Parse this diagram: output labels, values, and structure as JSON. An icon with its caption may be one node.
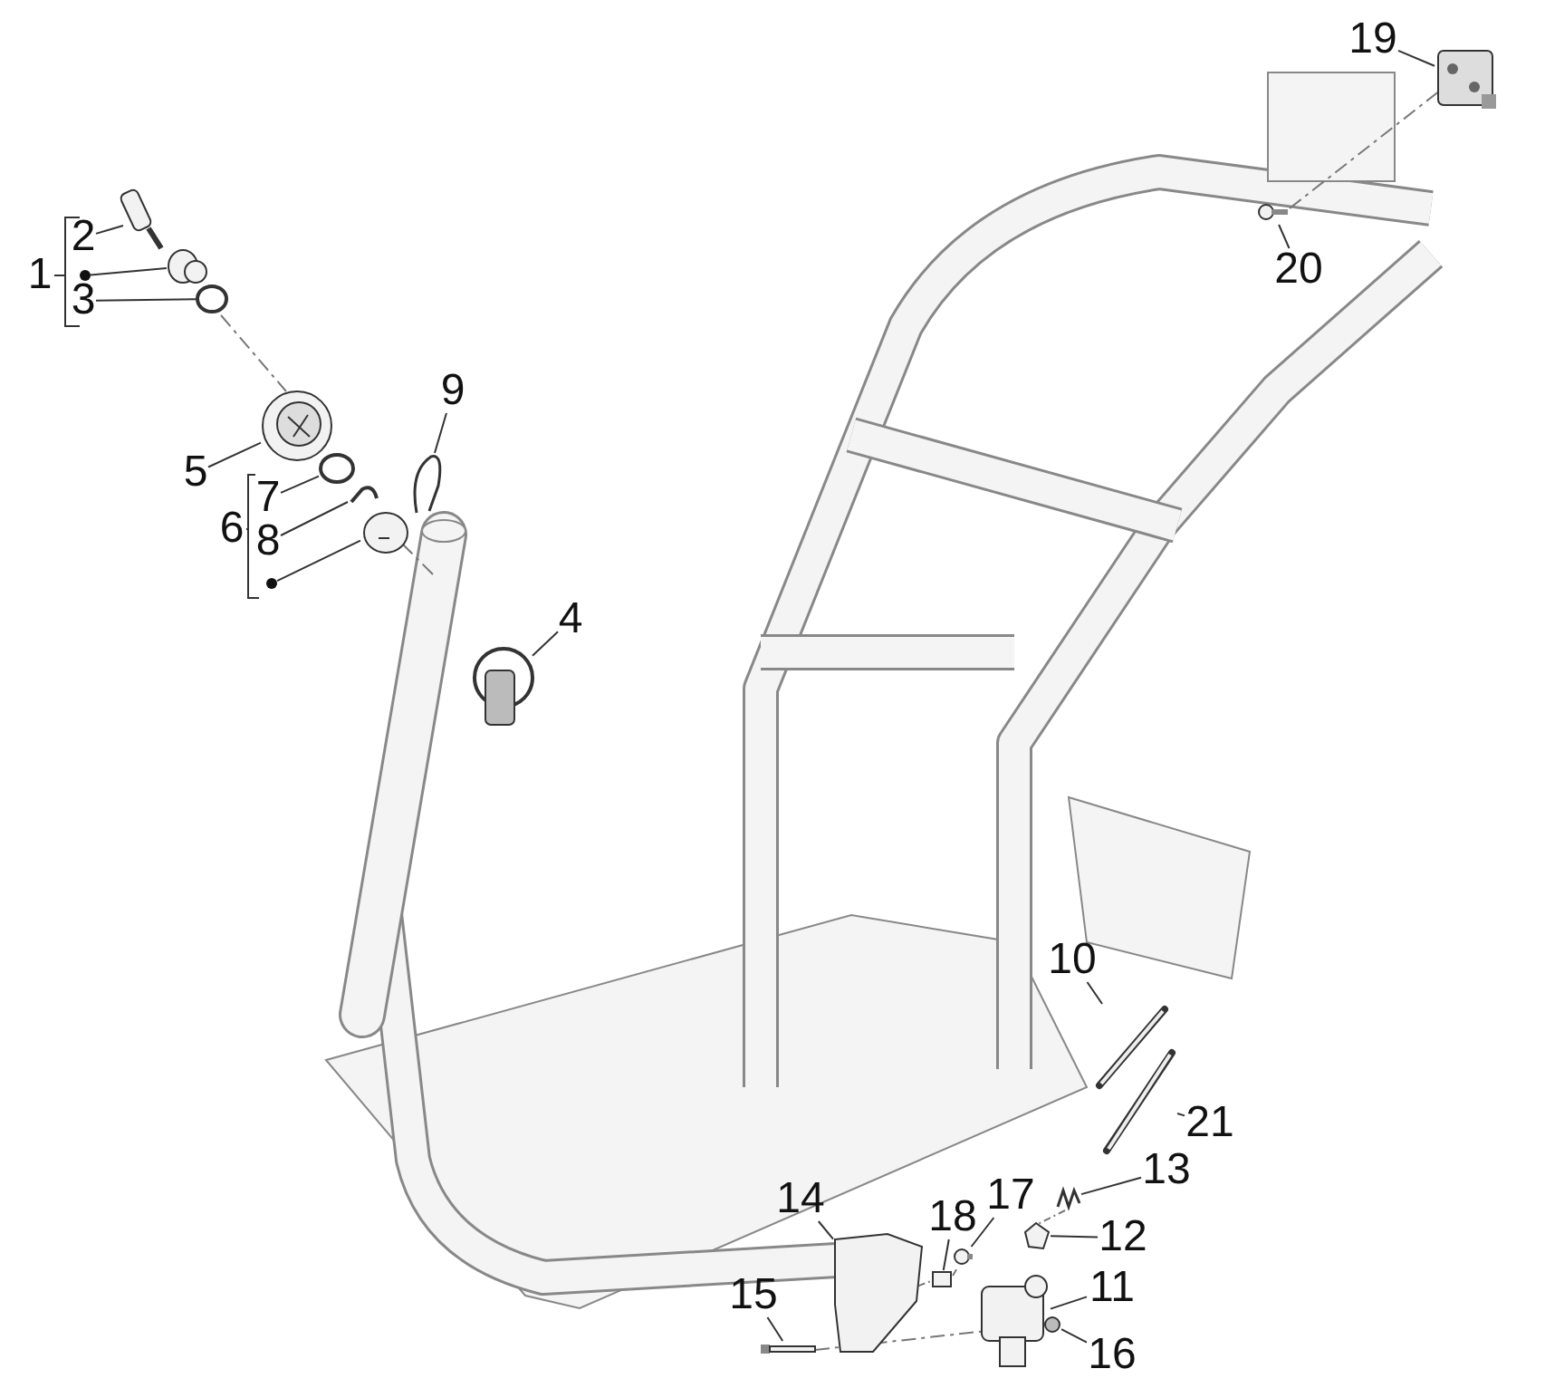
{
  "diagram": {
    "nodes": [
      {
        "text": [
          "2"
        ]
      },
      {
        "text": [],
        "shape": "dot"
      },
      {
        "text": [
          "3"
        ]
      },
      {
        "text": [
          "5"
        ]
      },
      {
        "text": [
          "9"
        ]
      },
      {
        "text": [
          "7"
        ]
      },
      {
        "text": [
          "8"
        ]
      },
      {
        "text": [],
        "shape": "dot"
      },
      {
        "text": [
          "4"
        ]
      },
      {
        "text": [
          "19"
        ]
      },
      {
        "text": [
          "20"
        ]
      },
      {
        "text": [
          "10"
        ]
      },
      {
        "text": [
          "21"
        ]
      },
      {
        "text": [
          "13"
        ]
      },
      {
        "text": [
          "12"
        ]
      },
      {
        "text": [
          "17"
        ]
      },
      {
        "text": [
          "18"
        ]
      },
      {
        "text": [
          "14"
        ]
      },
      {
        "text": [
          "11"
        ]
      },
      {
        "text": [
          "15"
        ]
      },
      {
        "text": [
          "16"
        ]
      },
      {
        "text": [],
        "shape": "box"
      },
      {
        "text": [],
        "shape": "circle"
      },
      {
        "text": [],
        "shape": "circle"
      },
      {
        "text": [],
        "shape": "picture"
      },
      {
        "text": [],
        "shape": "picture"
      },
      {
        "text": [],
        "shape": "circle"
      },
      {
        "text": [],
        "shape": "picture"
      },
      {
        "text": [],
        "shape": "picture"
      },
      {
        "text": [],
        "shape": "circle"
      },
      {
        "text": [],
        "shape": "picture"
      },
      {
        "text": [],
        "shape": "circle"
      },
      {
        "text": [],
        "shape": "picture"
      },
      {
        "text": [],
        "shape": "picture"
      },
      {
        "text": [],
        "shape": "picture"
      },
      {
        "text": [],
        "shape": "picture"
      },
      {
        "text": [],
        "shape": "circle"
      },
      {
        "text": [],
        "shape": "box"
      },
      {
        "text": [],
        "shape": "picture"
      },
      {
        "text": [],
        "shape": "box"
      },
      {
        "text": [],
        "shape": "bar"
      },
      {
        "text": [],
        "shape": "circle"
      }
    ],
    "edges": [
      {
        "from": 0,
        "to": 21,
        "arrow": "none"
      },
      {
        "from": 1,
        "to": 22,
        "arrow": "none"
      },
      {
        "from": 2,
        "to": 23,
        "arrow": "none"
      },
      {
        "from": 3,
        "to": 24,
        "arrow": "none"
      },
      {
        "from": 4,
        "to": 25,
        "arrow": "none"
      },
      {
        "from": 5,
        "to": 26,
        "arrow": "none"
      },
      {
        "from": 6,
        "to": 27,
        "arrow": "none"
      },
      {
        "from": 7,
        "to": 28,
        "arrow": "none"
      },
      {
        "from": 8,
        "to": 29,
        "arrow": "none"
      },
      {
        "from": 9,
        "to": 30,
        "arrow": "none"
      },
      {
        "from": 10,
        "to": 31,
        "arrow": "none"
      },
      {
        "from": 11,
        "to": 32,
        "arrow": "none"
      },
      {
        "from": 12,
        "to": 33,
        "arrow": "none"
      },
      {
        "from": 13,
        "to": 34,
        "arrow": "none"
      },
      {
        "from": 14,
        "to": 35,
        "arrow": "none"
      },
      {
        "from": 15,
        "to": 36,
        "arrow": "none"
      },
      {
        "from": 16,
        "to": 37,
        "arrow": "none"
      },
      {
        "from": 17,
        "to": 38,
        "arrow": "none"
      },
      {
        "from": 18,
        "to": 39,
        "arrow": "none"
      },
      {
        "from": 19,
        "to": 40,
        "arrow": "none"
      },
      {
        "from": 20,
        "to": 41,
        "arrow": "none"
      }
    ],
    "labels": [
      "1",
      "6"
    ]
  }
}
